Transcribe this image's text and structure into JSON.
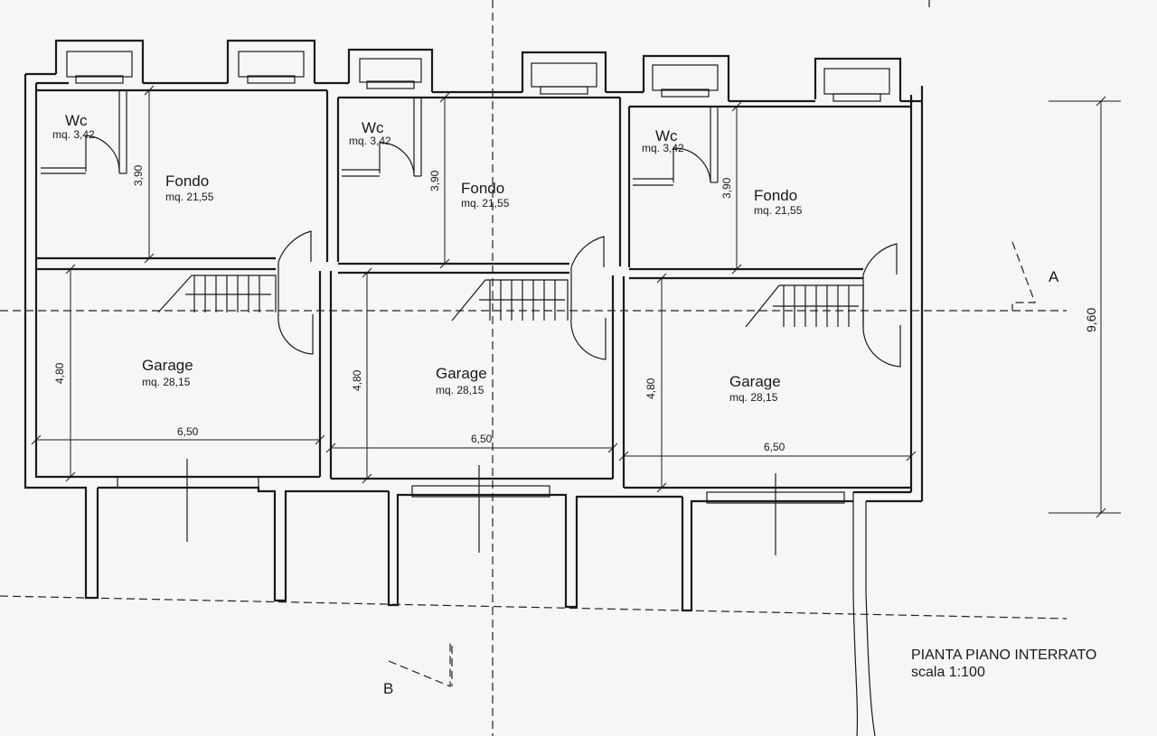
{
  "units": [
    {
      "wc": {
        "name": "Wc",
        "area": "mq. 3,42"
      },
      "fondo": {
        "name": "Fondo",
        "area": "mq. 21,55",
        "height_dim": "3,90"
      },
      "garage": {
        "name": "Garage",
        "area": "mq. 28,15",
        "height_dim": "4,80",
        "width_dim": "6,50"
      }
    },
    {
      "wc": {
        "name": "Wc",
        "area": "mq. 3,42"
      },
      "fondo": {
        "name": "Fondo",
        "area": "mq. 21,55",
        "height_dim": "3,90"
      },
      "garage": {
        "name": "Garage",
        "area": "mq. 28,15",
        "height_dim": "4,80",
        "width_dim": "6,50"
      }
    },
    {
      "wc": {
        "name": "Wc",
        "area": "mq. 3,42"
      },
      "fondo": {
        "name": "Fondo",
        "area": "mq. 21,55",
        "height_dim": "3,90"
      },
      "garage": {
        "name": "Garage",
        "area": "mq. 28,15",
        "height_dim": "4,80",
        "width_dim": "6,50"
      }
    }
  ],
  "total_depth_dim": "9,60",
  "section_a_label": "A",
  "section_b_label": "B",
  "title": {
    "line1": "PIANTA PIANO INTERRATO",
    "line2": "scala 1:100"
  }
}
